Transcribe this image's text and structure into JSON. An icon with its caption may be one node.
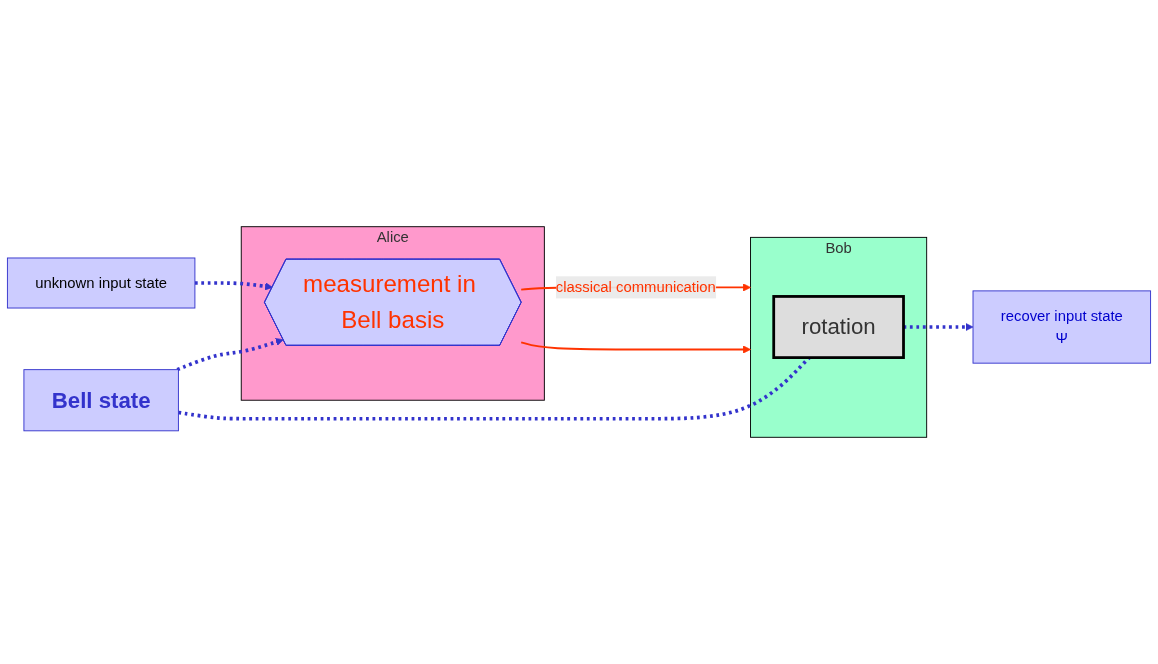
{
  "diagram": {
    "nodes": [
      {
        "text": [
          "Alice"
        ]
      },
      {
        "text": [
          "measurement in Bell basis"
        ],
        "in": 0
      },
      {
        "text": [
          "unknown input state"
        ]
      },
      {
        "text": [
          "Bell state"
        ]
      },
      {
        "text": [
          "Bob"
        ]
      },
      {
        "text": [
          "rotation"
        ],
        "in": 4
      },
      {
        "text": [
          "recover input state",
          "Ψ"
        ]
      }
    ],
    "edges": [
      {
        "from": 2,
        "to": 1,
        "arrow": "to",
        "style": "dashed",
        "color": "#3333cc"
      },
      {
        "from": 3,
        "to": 1,
        "arrow": "to",
        "style": "dashed",
        "color": "#3333cc"
      },
      {
        "from": 3,
        "to": 5,
        "arrow": "none",
        "style": "dashed",
        "color": "#3333cc"
      },
      {
        "from": 5,
        "to": 6,
        "arrow": "to",
        "style": "dashed",
        "color": "#3333cc"
      },
      {
        "from": 1,
        "to": 4,
        "arrow": "to",
        "label": "classical communication",
        "color": "#ff3300"
      },
      {
        "from": 1,
        "to": 4,
        "arrow": "to",
        "color": "#ff3300"
      }
    ]
  }
}
